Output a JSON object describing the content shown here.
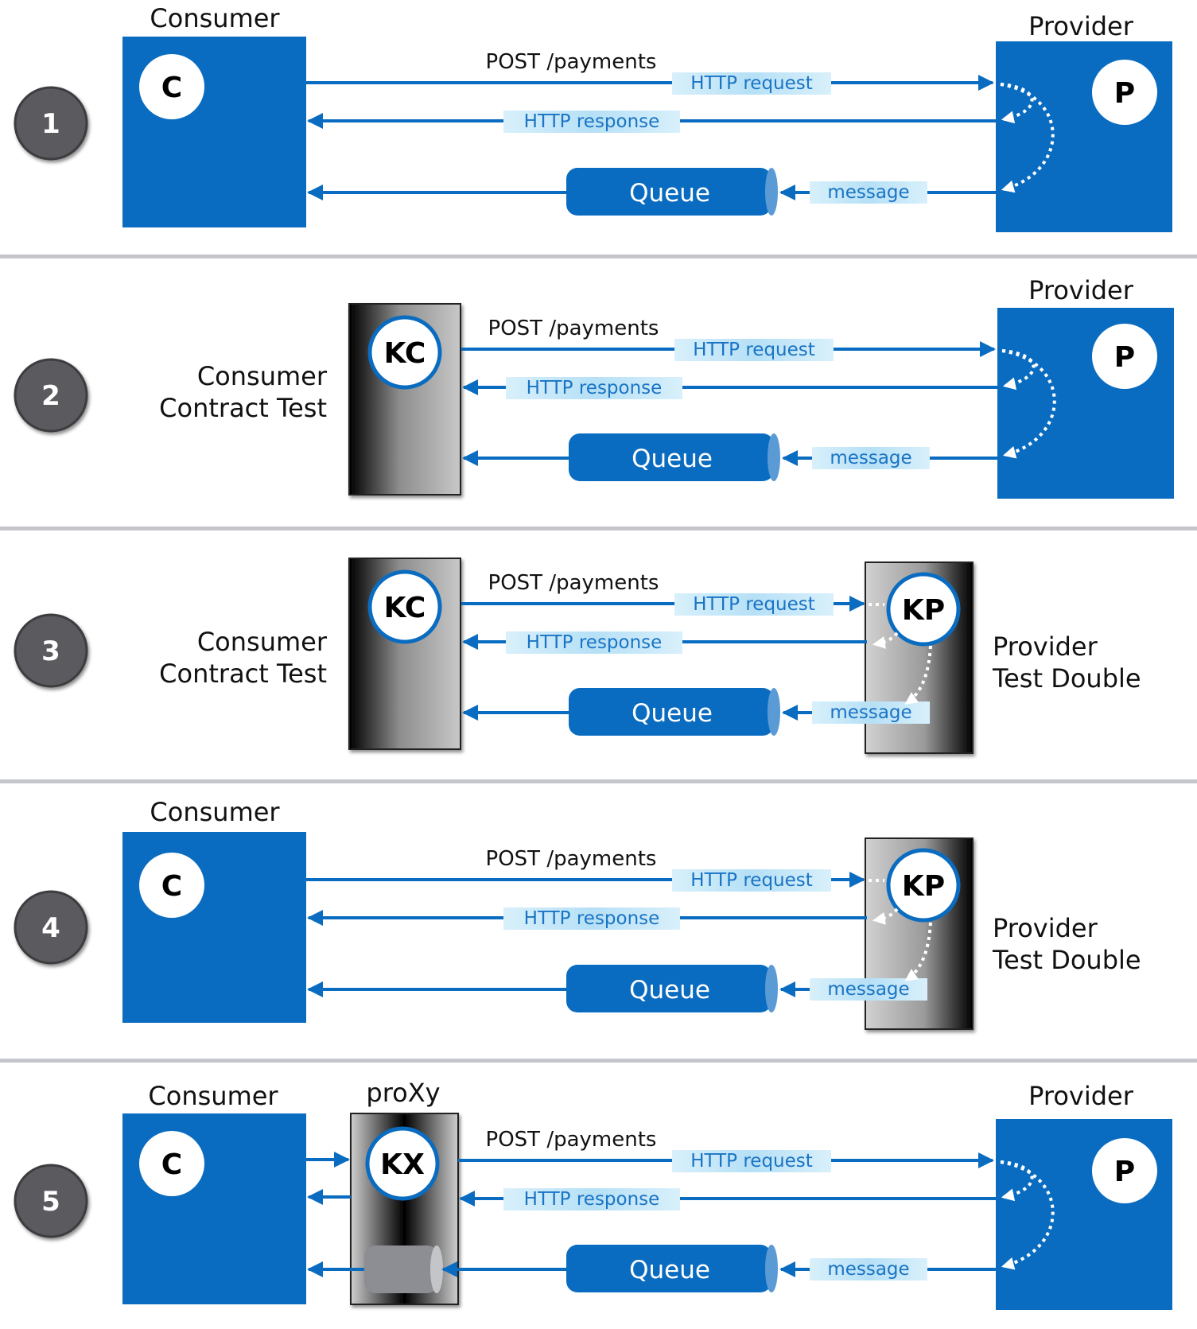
{
  "colors": {
    "blue": "#0a6cc0",
    "pill_fill": "#bfe4f7",
    "pill_text": "#1a74c4",
    "number_badge": "#5a5a5e",
    "divider": "#c4c6cc"
  },
  "labels": {
    "post": "POST /payments",
    "http_request": "HTTP request",
    "http_response": "HTTP response",
    "queue": "Queue",
    "message": "message"
  },
  "scenarios": [
    {
      "number": "1",
      "consumer_title": "Consumer",
      "consumer_circle": "C",
      "provider_title": "Provider",
      "provider_circle": "P"
    },
    {
      "number": "2",
      "consumer_side_line1": "Consumer",
      "consumer_side_line2": "Contract Test",
      "consumer_circle": "KC",
      "provider_title": "Provider",
      "provider_circle": "P"
    },
    {
      "number": "3",
      "consumer_side_line1": "Consumer",
      "consumer_side_line2": "Contract Test",
      "consumer_circle": "KC",
      "provider_circle": "KP",
      "provider_side_line1": "Provider",
      "provider_side_line2": "Test Double"
    },
    {
      "number": "4",
      "consumer_title": "Consumer",
      "consumer_circle": "C",
      "provider_circle": "KP",
      "provider_side_line1": "Provider",
      "provider_side_line2": "Test Double"
    },
    {
      "number": "5",
      "consumer_title": "Consumer",
      "consumer_circle": "C",
      "proxy_title": "proXy",
      "proxy_circle": "KX",
      "provider_title": "Provider",
      "provider_circle": "P"
    }
  ]
}
